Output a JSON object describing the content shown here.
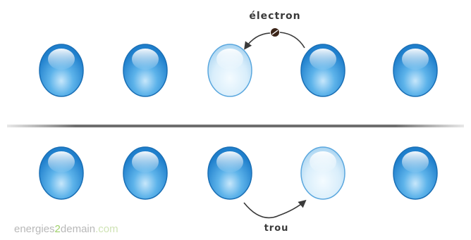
{
  "diagram": {
    "labels": {
      "electron": "électron",
      "hole": "trou"
    },
    "logo": {
      "part1": "energies",
      "part2": "2",
      "part3": "demain",
      "part4": ".com"
    },
    "rows": [
      {
        "name": "top",
        "atoms": [
          "filled",
          "filled",
          "hole",
          "filled",
          "filled"
        ]
      },
      {
        "name": "bottom",
        "atoms": [
          "filled",
          "filled",
          "filled",
          "hole",
          "filled"
        ]
      }
    ],
    "colors": {
      "atom_filled": "#2f95dd",
      "atom_hole": "#cfe8f8",
      "electron": "#3b2418",
      "arrow": "#3a3a3a",
      "divider": "#6e6e6e",
      "logo_text": "#b8b8b8",
      "logo_accent": "#9fd06a"
    }
  }
}
